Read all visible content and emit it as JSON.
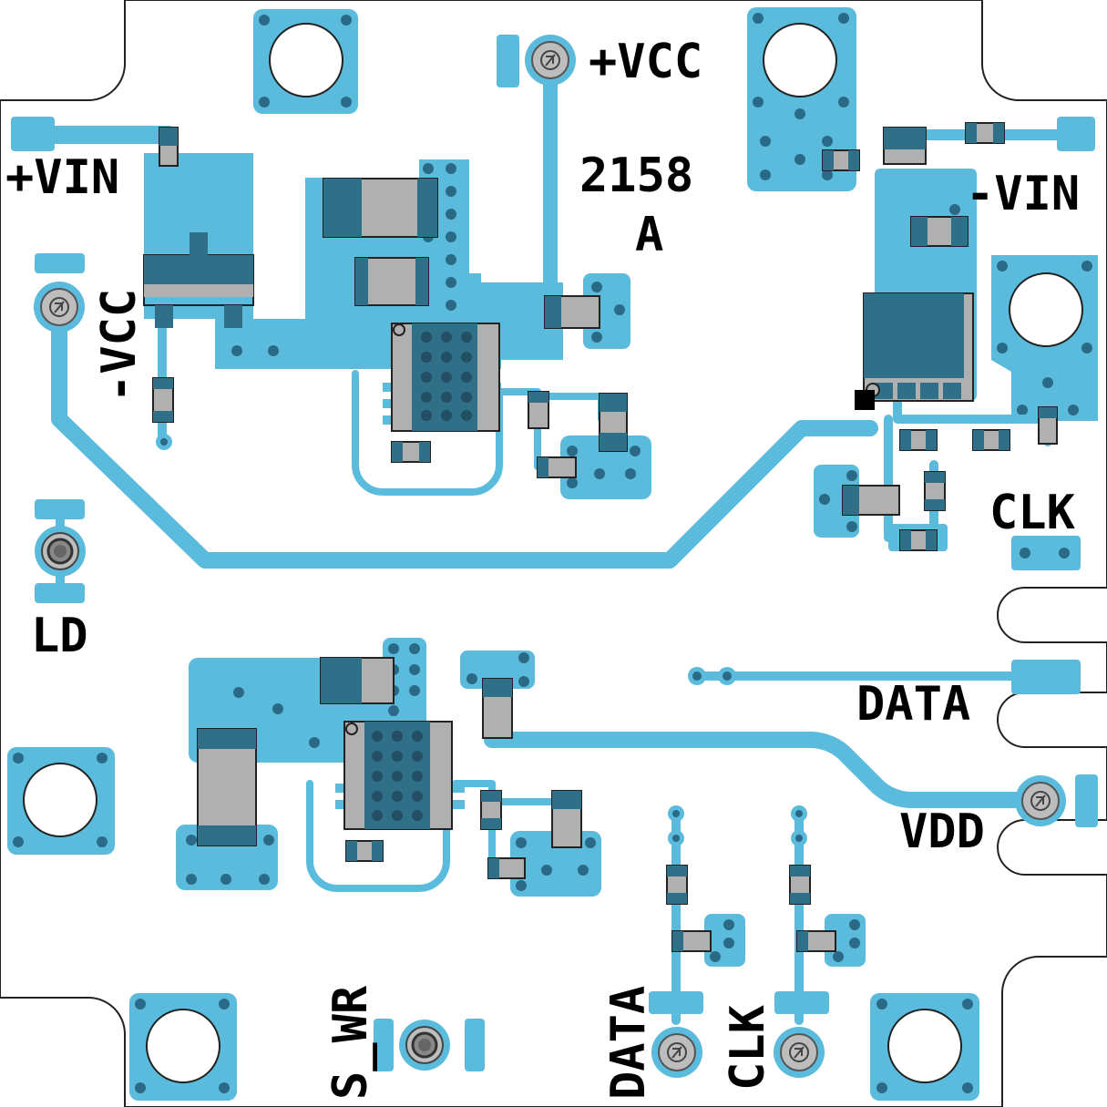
{
  "board": {
    "part_number": "2158",
    "revision": "A",
    "colors": {
      "copper": "#5bbbdc",
      "component_body": "#b0b0b0",
      "component_shade": "#2f6f88",
      "outline": "#222222",
      "drill": "#2a6a86",
      "label": "#000000",
      "background": "#ffffff"
    }
  },
  "labels": {
    "plus_vcc": "+VCC",
    "plus_vin": "+VIN",
    "minus_vcc": "-VCC",
    "minus_vin": "-VIN",
    "clk_right": "CLK",
    "ld": "LD",
    "data_right": "DATA",
    "vdd": "VDD",
    "s_wr": "S_WR",
    "data_bottom": "DATA",
    "clk_bottom": "CLK"
  },
  "mounting_holes": [
    "top-left",
    "top-right",
    "right-upper",
    "left-lower",
    "bottom-left",
    "bottom-right"
  ],
  "test_points": [
    "+VCC",
    "-VCC",
    "LD",
    "S_WR",
    "DATA",
    "CLK",
    "VDD"
  ]
}
